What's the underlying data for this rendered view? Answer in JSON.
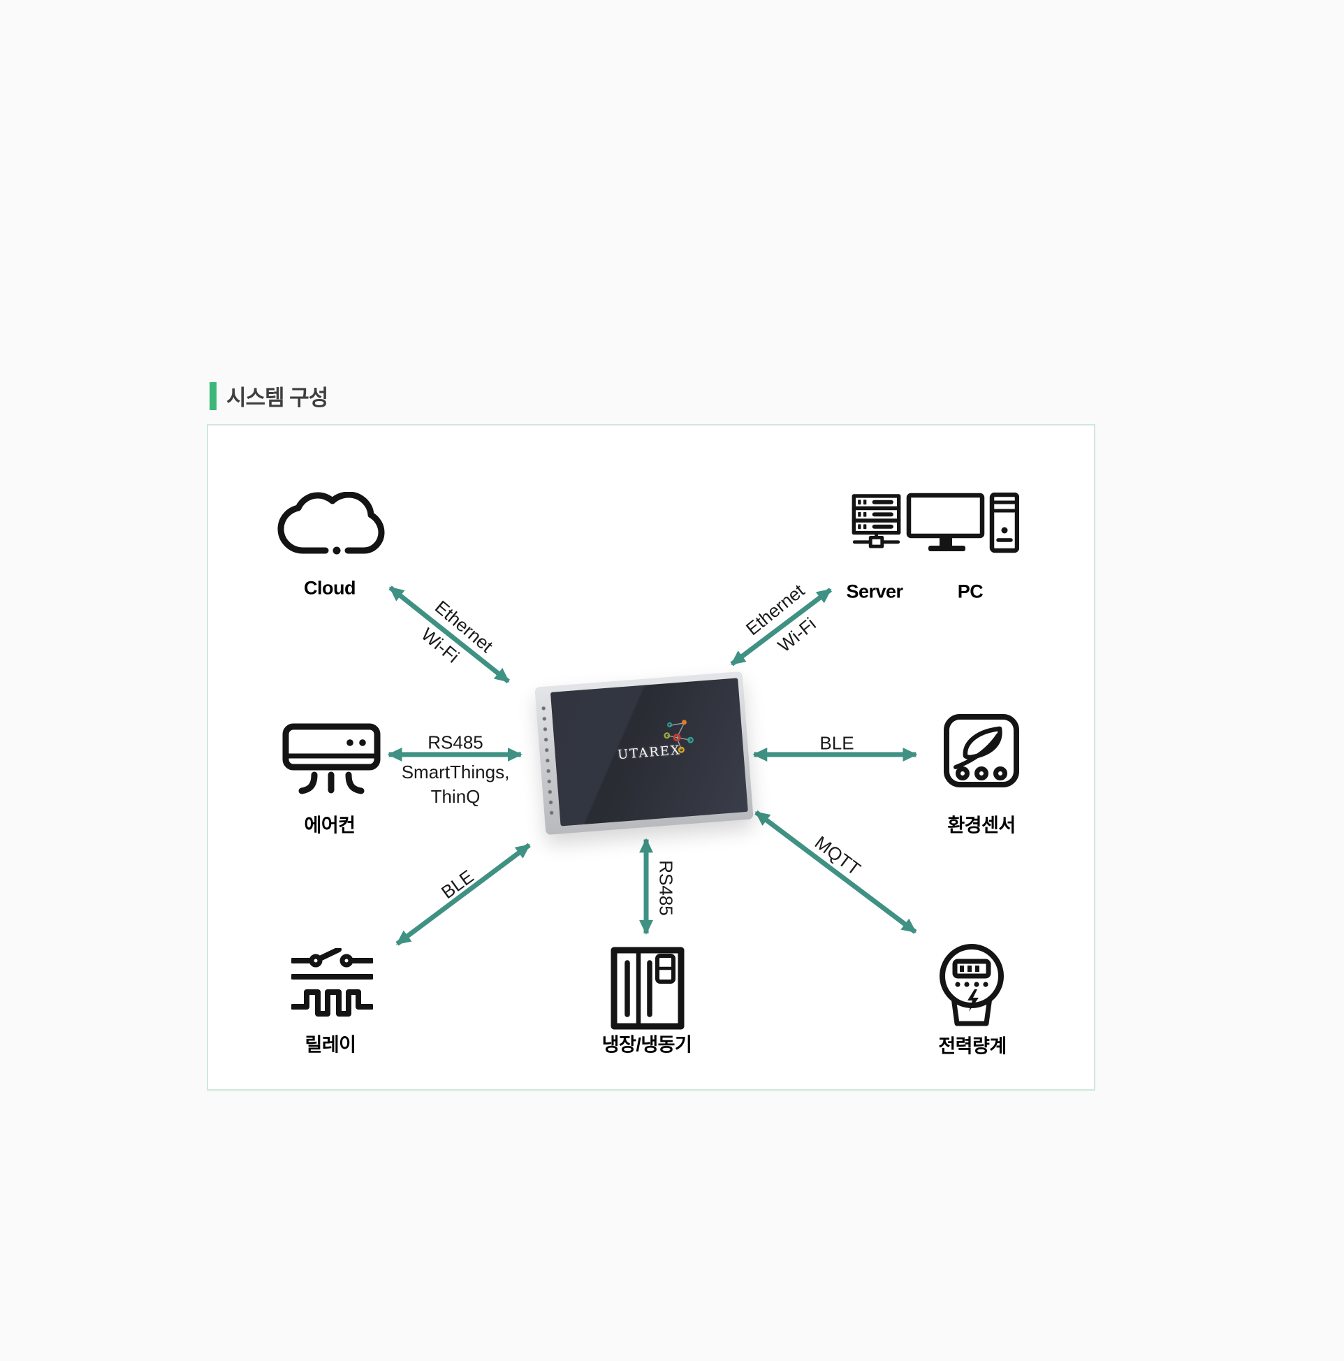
{
  "title": {
    "text": "시스템 구성"
  },
  "device": {
    "logo": "UTAREX"
  },
  "nodes": {
    "cloud": {
      "label": "Cloud"
    },
    "server": {
      "label": "Server"
    },
    "pc": {
      "label": "PC"
    },
    "aircon": {
      "label": "에어컨"
    },
    "env_sensor": {
      "label": "환경센서"
    },
    "relay": {
      "label": "릴레이"
    },
    "fridge": {
      "label": "냉장/냉동기"
    },
    "power_meter": {
      "label": "전력량계"
    }
  },
  "links": {
    "cloud": {
      "line1": "Ethernet",
      "line2": "Wi-Fi"
    },
    "server": {
      "line1": "Ethernet",
      "line2": "Wi-Fi"
    },
    "aircon": {
      "line1": "RS485",
      "line2": "SmartThings,",
      "line3": "ThinQ"
    },
    "env_sensor": {
      "label": "BLE"
    },
    "relay": {
      "label": "BLE"
    },
    "fridge": {
      "label": "RS485"
    },
    "power_meter": {
      "label": "MQTT"
    }
  },
  "colors": {
    "page_bg": "#fafafa",
    "panel_bg": "#ffffff",
    "panel_border": "#cfe8da",
    "accent": "#3bb878",
    "arrow": "#3f9183",
    "icon": "#141414",
    "text": "#1a1a1a",
    "title_text": "#3f3f3f"
  }
}
